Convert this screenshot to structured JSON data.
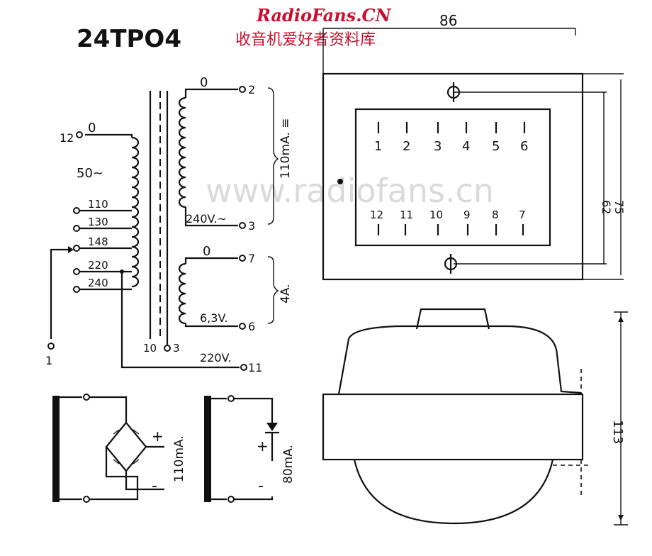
{
  "title": "24TPO4",
  "watermark": {
    "site": "RadioFans.CN",
    "site_cn": "收音机爱好者资料库",
    "url": "www.radiofans.cn"
  },
  "primary": {
    "taps": [
      "0",
      "50~",
      "110",
      "130",
      "148",
      "220",
      "240"
    ],
    "terminal_12": "12",
    "terminal_1": "1"
  },
  "secondary_hv": {
    "top": "0",
    "bottom": "240V.~",
    "terminal_top": "2",
    "terminal_bottom": "3",
    "current": "110mA. ≡"
  },
  "secondary_heater": {
    "top": "0",
    "bottom": "6,3V.",
    "terminal_top": "7",
    "terminal_bottom": "6",
    "current": "4A."
  },
  "shield": {
    "label": "220V.",
    "terminal": "11",
    "core_terminal_label": "10",
    "core_terminal_num": "3"
  },
  "rectifier_bridge": {
    "plus": "+",
    "minus": "-",
    "current": "110mA."
  },
  "rectifier_half": {
    "plus": "+",
    "minus": "-",
    "current": "80mA."
  },
  "top_view": {
    "width_dim": "86",
    "inner_dim": "62",
    "outer_dim": "75",
    "pins_top": [
      "1",
      "2",
      "3",
      "4",
      "5",
      "6"
    ],
    "pins_bottom": [
      "12",
      "11",
      "10",
      "9",
      "8",
      "7"
    ]
  },
  "side_view": {
    "height_dim": "113"
  },
  "colors": {
    "ink": "#111111",
    "watermark_red": "#c8102e",
    "watermark_grey": "#bdbdbd"
  }
}
